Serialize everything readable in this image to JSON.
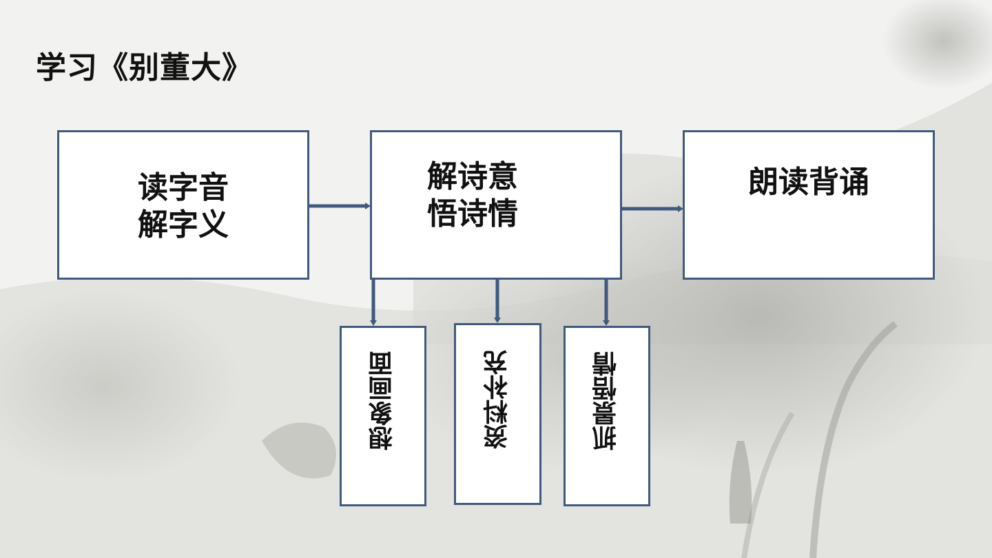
{
  "slide": {
    "title": "学习《别董大》"
  },
  "diagram": {
    "main_steps": [
      {
        "line1": "读字音",
        "line2": "解字义"
      },
      {
        "line1": "解诗意",
        "line2": "悟诗情"
      },
      {
        "line1": "朗读背诵"
      }
    ],
    "sub_steps": [
      {
        "label": "想象画面"
      },
      {
        "label": "资料补充"
      },
      {
        "label": "抓景悟情"
      }
    ],
    "colors": {
      "box_border": "#3f5a7d",
      "connector": "#3f5a7d",
      "box_fill": "#ffffff",
      "text": "#111111"
    }
  }
}
